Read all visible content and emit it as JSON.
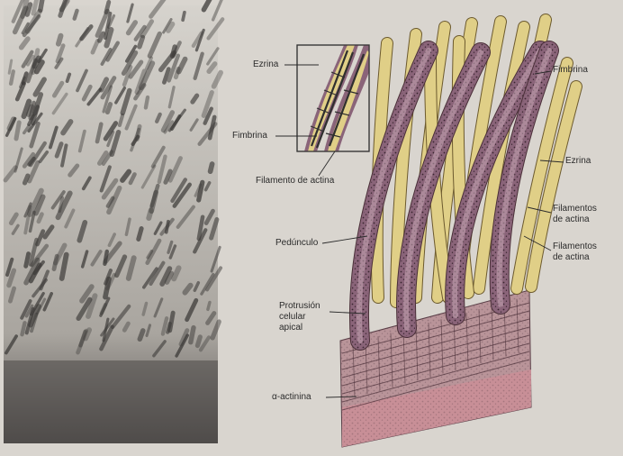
{
  "figure": {
    "labels": {
      "ezrina_inset": "Ezrina",
      "fimbrina_inset": "Fimbrina",
      "filamento_actina": "Filamento de actina",
      "fimbrina_right": "Fimbrina",
      "ezrina_right": "Ezrina",
      "filamentos_actina_1": "Filamentos\nde actina",
      "filamentos_actina_2": "Filamentos\nde actina",
      "pedunculo": "Pedúnculo",
      "protrusion": "Protrusión\ncelular\napical",
      "alfa_actinina": "α-actinina"
    }
  },
  "colors": {
    "stereocilia_core": "#e0cf87",
    "membrane": "#8a6479",
    "membrane_dots": "#3a2530",
    "base_block": "#c9a8ad",
    "base_bottom": "#c88f97",
    "micrograph_bg": "#c9c6c0",
    "micrograph_dark": "#3c3a38"
  }
}
